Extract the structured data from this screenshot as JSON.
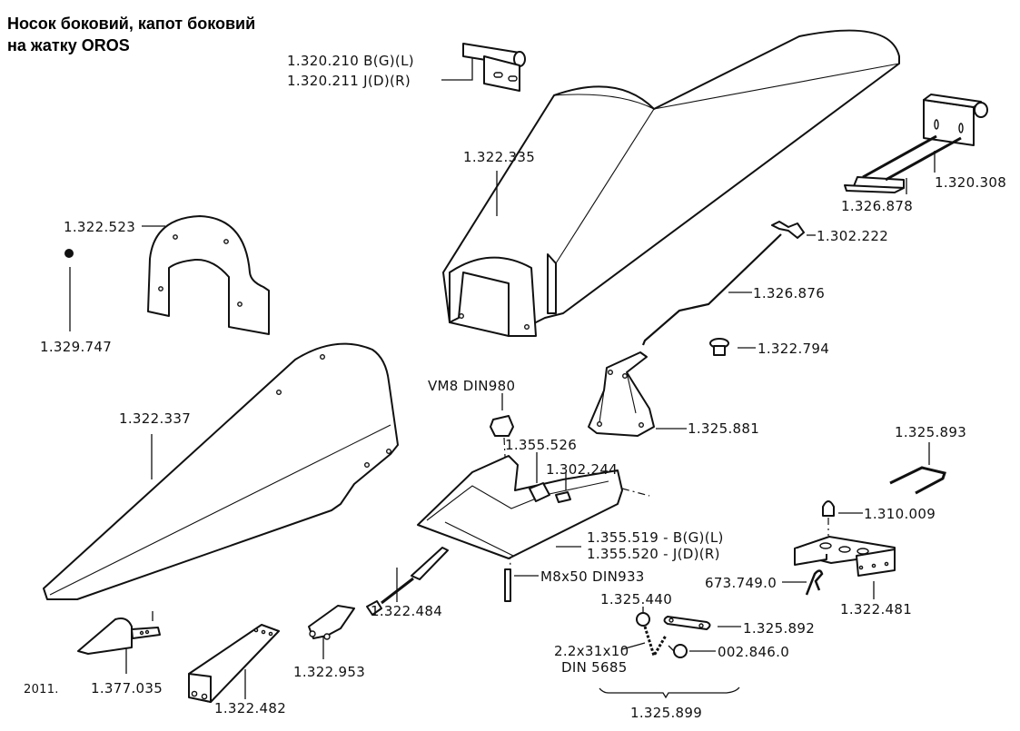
{
  "title": {
    "line1": "Носок боковий, капот боковий",
    "line2": "на жатку OROS"
  },
  "year_mark": "2011.",
  "parts": {
    "hinge_left": "1.320.210 B(G)(L)",
    "hinge_right": "1.320.211 J(D)(R)",
    "hood": "1.322.335",
    "hinge_bracket": "1.320.308",
    "bolt_plate": "1.326.878",
    "clip": "1.302.222",
    "cover_plate": "1.322.523",
    "plug": "1.329.747",
    "rod": "1.326.876",
    "cap": "1.322.794",
    "side_nose": "1.322.337",
    "support_bracket": "1.325.881",
    "nut": "VM8 DIN980",
    "bushing": "1.355.526",
    "pin": "1.302.244",
    "frame_left": "1.355.519 - B(G)(L)",
    "frame_right": "1.355.520 - J(D)(R)",
    "bolt": "M8x50 DIN933",
    "u_bolt": "1.325.893",
    "rubber_stop": "1.310.009",
    "mount_bracket": "1.322.481",
    "spring_clip": "673.749.0",
    "threaded_rod": "1.322.484",
    "clevis": "1.322.953",
    "tip": "1.377.035",
    "arm": "1.322.482",
    "ring": "1.325.440",
    "link": "1.325.892",
    "chain_line1": "2.2x31x10",
    "chain_line2": "DIN 5685",
    "ring_small": "002.846.0",
    "chain_assembly": "1.325.899"
  }
}
